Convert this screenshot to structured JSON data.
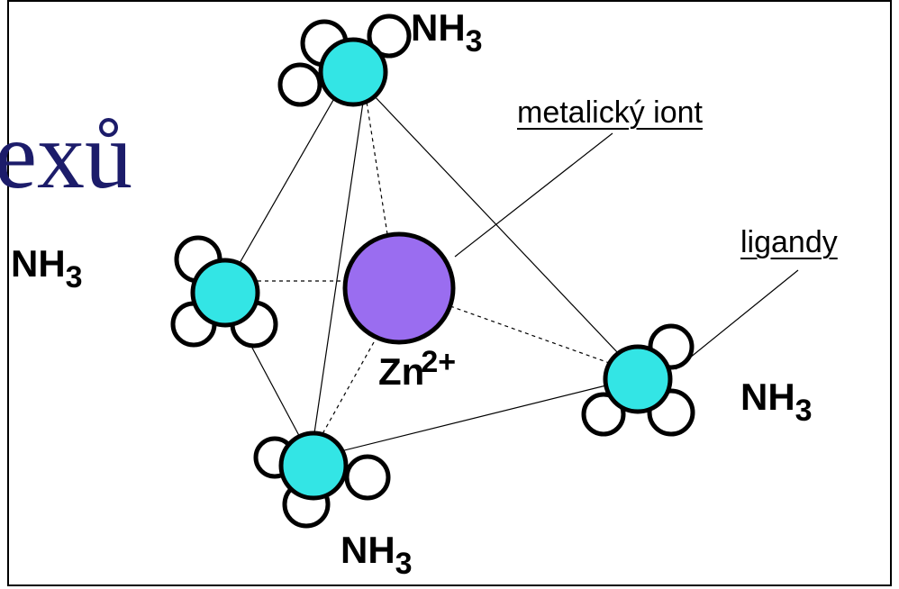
{
  "heading_fragment": "exů",
  "labels": {
    "ligand_top": {
      "main": "NH",
      "sub": "3"
    },
    "ligand_left": {
      "main": "NH",
      "sub": "3"
    },
    "ligand_right": {
      "main": "NH",
      "sub": "3"
    },
    "ligand_bottom": {
      "main": "NH",
      "sub": "3"
    },
    "central_ion": {
      "main": "Zn",
      "charge": "2+"
    }
  },
  "callouts": {
    "metal_ion": "metalický iont",
    "ligands": "ligandy"
  },
  "colors": {
    "nitrogen_atom": "#33e5e5",
    "hydrogen_atom": "#ffffff",
    "zinc_ion": "#9a6df0",
    "heading_text": "#1c1c6a",
    "outline": "#000000"
  }
}
